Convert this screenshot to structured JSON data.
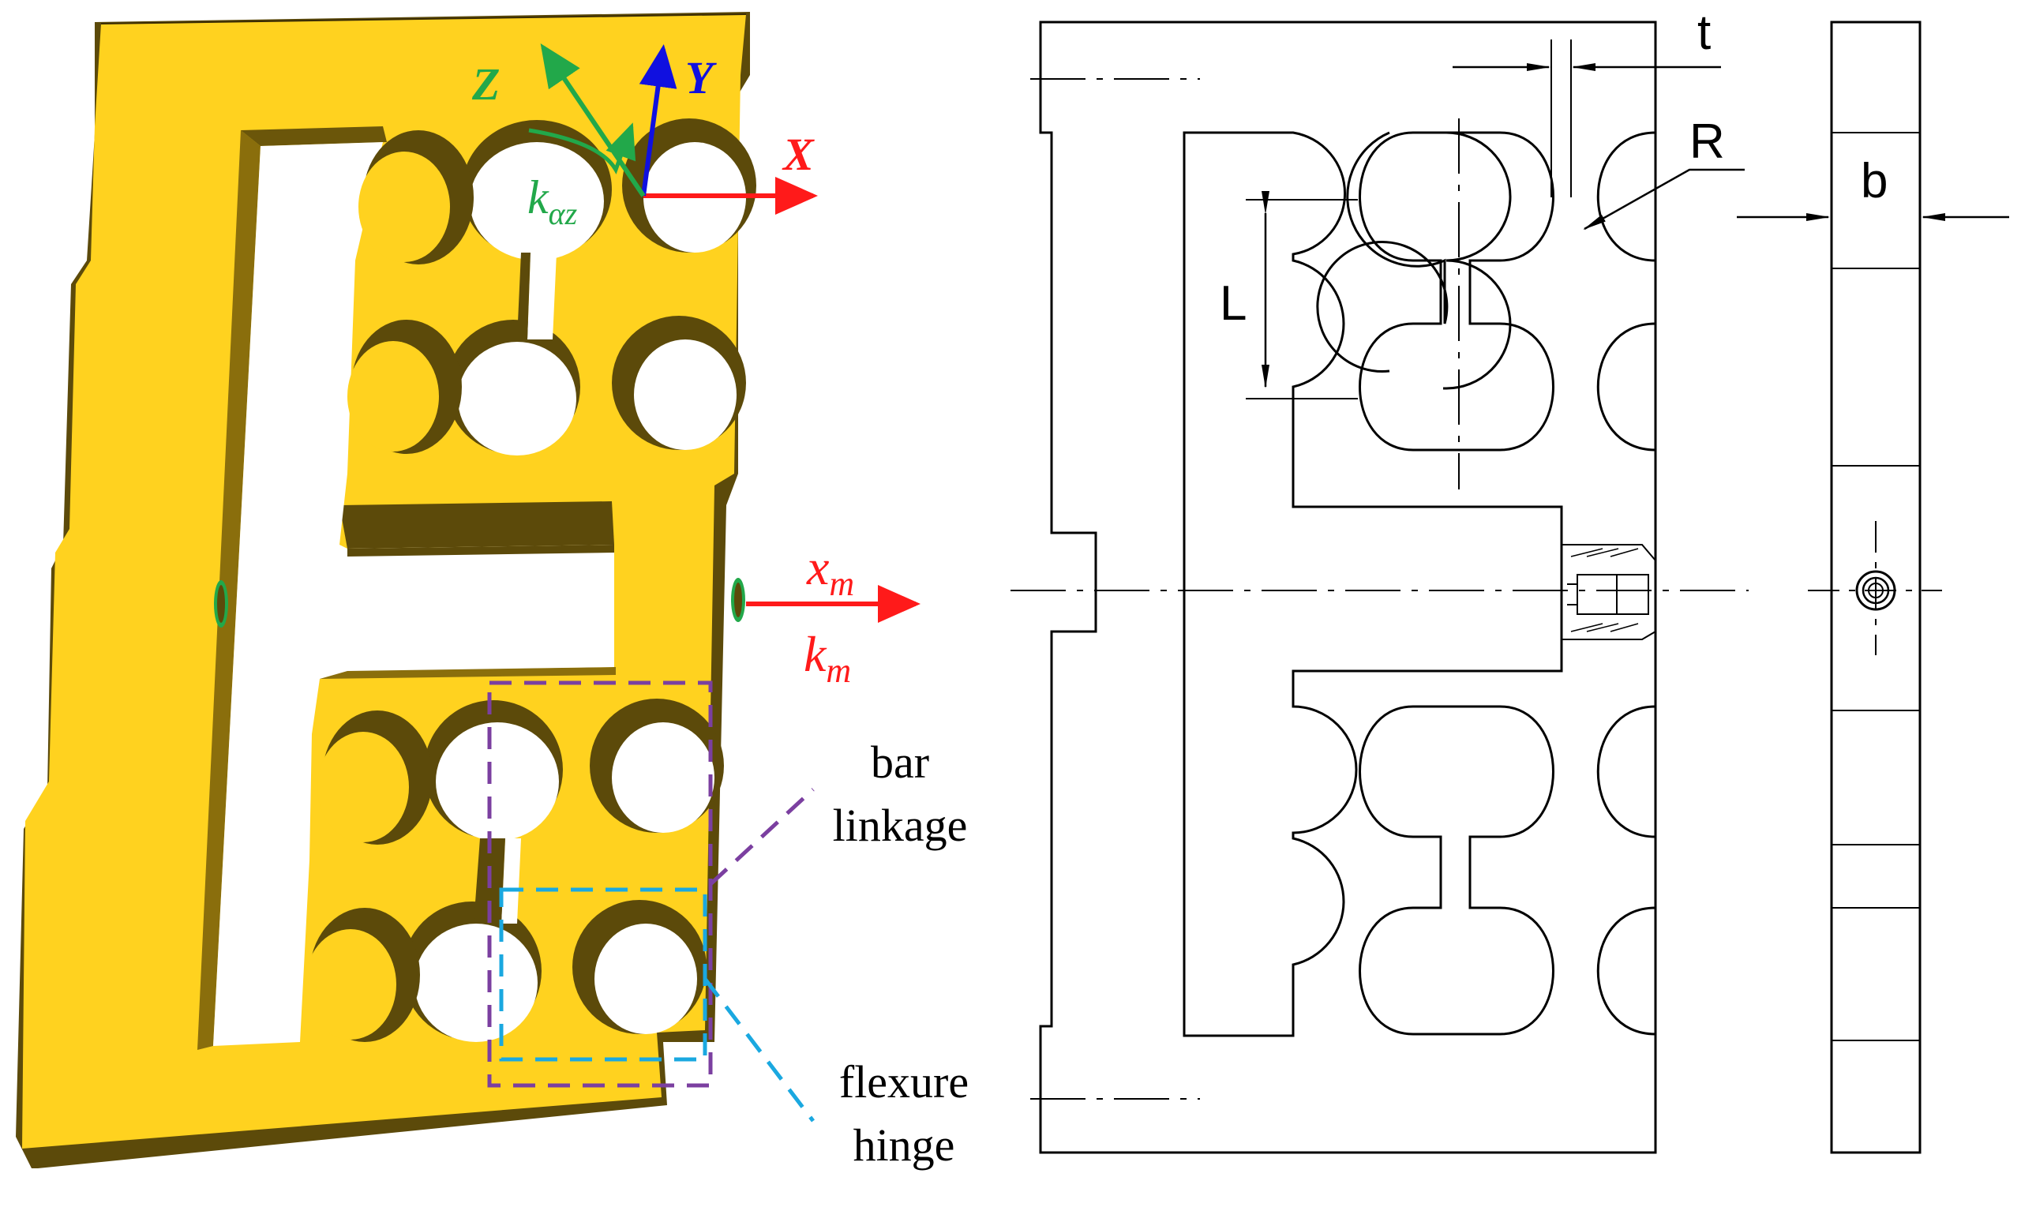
{
  "axes3d": {
    "x": "X",
    "y": "Y",
    "z": "Z",
    "k_az_main": "k",
    "k_az_sub": "αz",
    "xm_main": "x",
    "xm_sub": "m",
    "km_main": "k",
    "km_sub": "m"
  },
  "callouts": {
    "bar_linkage_line1": "bar",
    "bar_linkage_line2": "linkage",
    "flexure_hinge_line1": "flexure",
    "flexure_hinge_line2": "hinge"
  },
  "dimensions": {
    "t": "t",
    "R": "R",
    "L": "L",
    "b": "b"
  },
  "colors": {
    "body_top": "#FFD21F",
    "body_side": "#5C4A0A",
    "body_inner": "#8A6E0C",
    "axis_x": "#FF1A1A",
    "axis_y": "#1010E0",
    "axis_z": "#22A84A",
    "bar_linkage_box": "#7B3FA0",
    "flexure_hinge_box": "#1AA8E0",
    "drawing_line": "#000000"
  }
}
